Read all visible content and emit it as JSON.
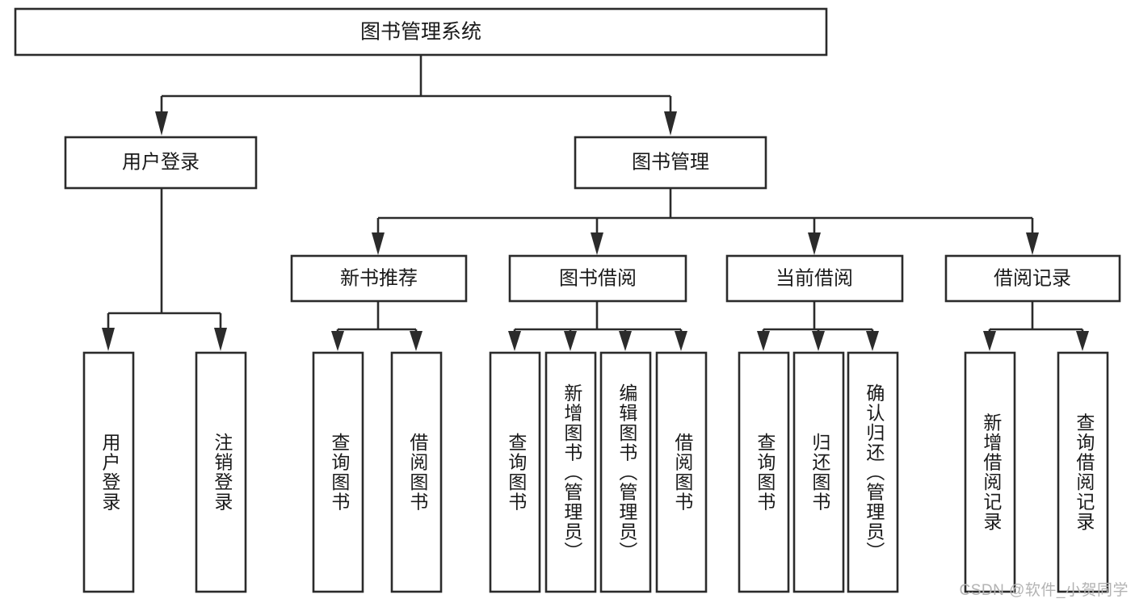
{
  "diagram": {
    "title": "图书管理系统",
    "root": {
      "id": "root",
      "label": "图书管理系统",
      "orientation": "horizontal"
    },
    "level2": [
      {
        "id": "user-login",
        "label": "用户登录",
        "orientation": "horizontal"
      },
      {
        "id": "book-manage",
        "label": "图书管理",
        "orientation": "horizontal"
      }
    ],
    "level3": [
      {
        "id": "new-book-recommend",
        "label": "新书推荐",
        "orientation": "horizontal",
        "parent": "book-manage"
      },
      {
        "id": "book-borrow",
        "label": "图书借阅",
        "orientation": "horizontal",
        "parent": "book-manage"
      },
      {
        "id": "current-borrow",
        "label": "当前借阅",
        "orientation": "horizontal",
        "parent": "book-manage"
      },
      {
        "id": "borrow-record",
        "label": "借阅记录",
        "orientation": "horizontal",
        "parent": "book-manage"
      }
    ],
    "leaves": [
      {
        "id": "leaf-user-login",
        "label": "用户登录",
        "orientation": "vertical",
        "parent": "user-login"
      },
      {
        "id": "leaf-logout",
        "label": "注销登录",
        "orientation": "vertical",
        "parent": "user-login"
      },
      {
        "id": "leaf-query-book-1",
        "label": "查询图书",
        "orientation": "vertical",
        "parent": "new-book-recommend"
      },
      {
        "id": "leaf-borrow-book-1",
        "label": "借阅图书",
        "orientation": "vertical",
        "parent": "new-book-recommend"
      },
      {
        "id": "leaf-query-book-2",
        "label": "查询图书",
        "orientation": "vertical",
        "parent": "book-borrow"
      },
      {
        "id": "leaf-add-book",
        "label": "新增图书（管理员）",
        "orientation": "vertical",
        "parent": "book-borrow"
      },
      {
        "id": "leaf-edit-book",
        "label": "编辑图书（管理员）",
        "orientation": "vertical",
        "parent": "book-borrow"
      },
      {
        "id": "leaf-borrow-book-2",
        "label": "借阅图书",
        "orientation": "vertical",
        "parent": "book-borrow"
      },
      {
        "id": "leaf-query-book-3",
        "label": "查询图书",
        "orientation": "vertical",
        "parent": "current-borrow"
      },
      {
        "id": "leaf-return-book",
        "label": "归还图书",
        "orientation": "vertical",
        "parent": "current-borrow"
      },
      {
        "id": "leaf-confirm-return",
        "label": "确认归还（管理员）",
        "orientation": "vertical",
        "parent": "current-borrow"
      },
      {
        "id": "leaf-add-record",
        "label": "新增借阅记录",
        "orientation": "vertical",
        "parent": "borrow-record"
      },
      {
        "id": "leaf-query-record",
        "label": "查询借阅记录",
        "orientation": "vertical",
        "parent": "borrow-record"
      }
    ],
    "colors": {
      "stroke": "#2b2b2b",
      "fill": "#ffffff",
      "text": "#1a1a1a",
      "watermark": "#b3b3b3",
      "background": "#ffffff"
    }
  },
  "watermark": {
    "text": "CSDN @软件_小贺同学"
  }
}
